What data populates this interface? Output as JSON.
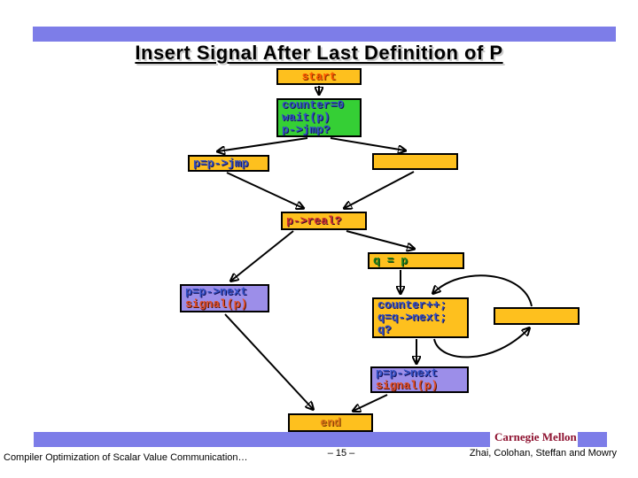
{
  "slide": {
    "title": "Insert Signal After Last Definition of P",
    "brand": "Carnegie Mellon",
    "footer_left": "Compiler Optimization of Scalar Value Communication…",
    "footer_page": "– 15 –",
    "footer_right": "Zhai, Colohan, Steffan and Mowry"
  },
  "flowchart": {
    "nodes": [
      {
        "id": "start",
        "fill": "orange",
        "lines": [
          "start"
        ]
      },
      {
        "id": "init",
        "fill": "green",
        "lines": [
          "counter=0",
          "wait(p)",
          "p->jmp?"
        ]
      },
      {
        "id": "jmp",
        "fill": "orange",
        "lines": [
          "p=p->jmp"
        ]
      },
      {
        "id": "blank-1",
        "fill": "orange",
        "lines": []
      },
      {
        "id": "real",
        "fill": "orange",
        "lines": [
          "p->real?"
        ]
      },
      {
        "id": "q-assign",
        "fill": "orange",
        "lines": [
          "q = p"
        ]
      },
      {
        "id": "next-signal-1",
        "fill": "purple",
        "lines": [
          "p=p->next",
          "signal(p)"
        ]
      },
      {
        "id": "counter-loop",
        "fill": "orange",
        "lines": [
          "counter++;",
          "q=q->next;",
          "q?"
        ]
      },
      {
        "id": "blank-2",
        "fill": "orange",
        "lines": []
      },
      {
        "id": "next-signal-2",
        "fill": "purple",
        "lines": [
          "p=p->next",
          "signal(p)"
        ]
      },
      {
        "id": "end",
        "fill": "orange",
        "lines": [
          "end"
        ]
      }
    ],
    "edges": [
      {
        "from": "start",
        "to": "init"
      },
      {
        "from": "init",
        "to": "jmp"
      },
      {
        "from": "init",
        "to": "blank-1"
      },
      {
        "from": "jmp",
        "to": "real"
      },
      {
        "from": "blank-1",
        "to": "real"
      },
      {
        "from": "real",
        "to": "next-signal-1"
      },
      {
        "from": "real",
        "to": "q-assign"
      },
      {
        "from": "q-assign",
        "to": "counter-loop"
      },
      {
        "from": "counter-loop",
        "to": "blank-2"
      },
      {
        "from": "blank-2",
        "to": "counter-loop"
      },
      {
        "from": "counter-loop",
        "to": "next-signal-2"
      },
      {
        "from": "next-signal-1",
        "to": "end"
      },
      {
        "from": "next-signal-2",
        "to": "end"
      }
    ]
  },
  "colors": {
    "accent_bar": "#7d7de8",
    "box_orange": "#fec01e",
    "box_green": "#35cf35",
    "box_purple": "#9c8ee9",
    "text_blue": "#3350c4",
    "text_red": "#d03030",
    "text_signal": "#e0502d",
    "text_green": "#1e8020",
    "text_start": "#ff5a00",
    "text_end": "#e07818",
    "brand_red": "#8e1230"
  }
}
